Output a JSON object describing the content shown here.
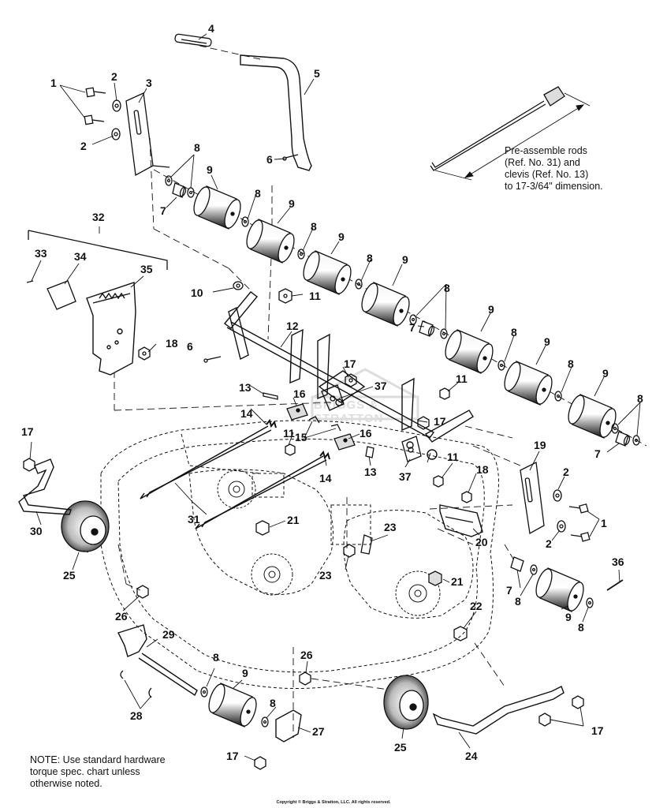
{
  "callouts": {
    "c1a": "1",
    "c1b": "1",
    "c2a": "2",
    "c2b": "2",
    "c2c": "2",
    "c2d": "2",
    "c3": "3",
    "c4": "4",
    "c5": "5",
    "c6a": "6",
    "c6b": "6",
    "c7a": "7",
    "c7b": "7",
    "c7c": "7",
    "c7d": "7",
    "c8a": "8",
    "c8b": "8",
    "c8c": "8",
    "c8d": "8",
    "c8e": "8",
    "c8f": "8",
    "c8g": "8",
    "c8h": "8",
    "c8i": "8",
    "c8j": "8",
    "c8k": "8",
    "c8l": "8",
    "c9a": "9",
    "c9b": "9",
    "c9c": "9",
    "c9d": "9",
    "c9e": "9",
    "c9f": "9",
    "c9g": "9",
    "c9h": "9",
    "c9i": "9",
    "c10": "10",
    "c11a": "11",
    "c11b": "11",
    "c11c": "11",
    "c11d": "11",
    "c12": "12",
    "c13a": "13",
    "c13b": "13",
    "c14a": "14",
    "c14b": "14",
    "c15": "15",
    "c16a": "16",
    "c16b": "16",
    "c17a": "17",
    "c17b": "17",
    "c17c": "17",
    "c17d": "17",
    "c17e": "17",
    "c18a": "18",
    "c18b": "18",
    "c19": "19",
    "c20": "20",
    "c21a": "21",
    "c21b": "21",
    "c22": "22",
    "c23a": "23",
    "c23b": "23",
    "c24": "24",
    "c25a": "25",
    "c25b": "25",
    "c26a": "26",
    "c26b": "26",
    "c27": "27",
    "c28": "28",
    "c29": "29",
    "c30": "30",
    "c31": "31",
    "c32": "32",
    "c33": "33",
    "c34": "34",
    "c35": "35",
    "c36": "36",
    "c37a": "37",
    "c37b": "37"
  },
  "notes": {
    "preassemble": [
      "Pre-assemble rods",
      "(Ref. No. 31) and",
      "clevis (Ref. No. 13)",
      "to 17-3/64\" dimension."
    ],
    "hardware": [
      "NOTE: Use standard hardware",
      "torque spec. chart unless",
      "otherwise noted."
    ]
  },
  "watermark_text": "BRIGGS & STRATTON",
  "copyright": "Copyright © Briggs & Stratton, LLC. All rights reserved."
}
